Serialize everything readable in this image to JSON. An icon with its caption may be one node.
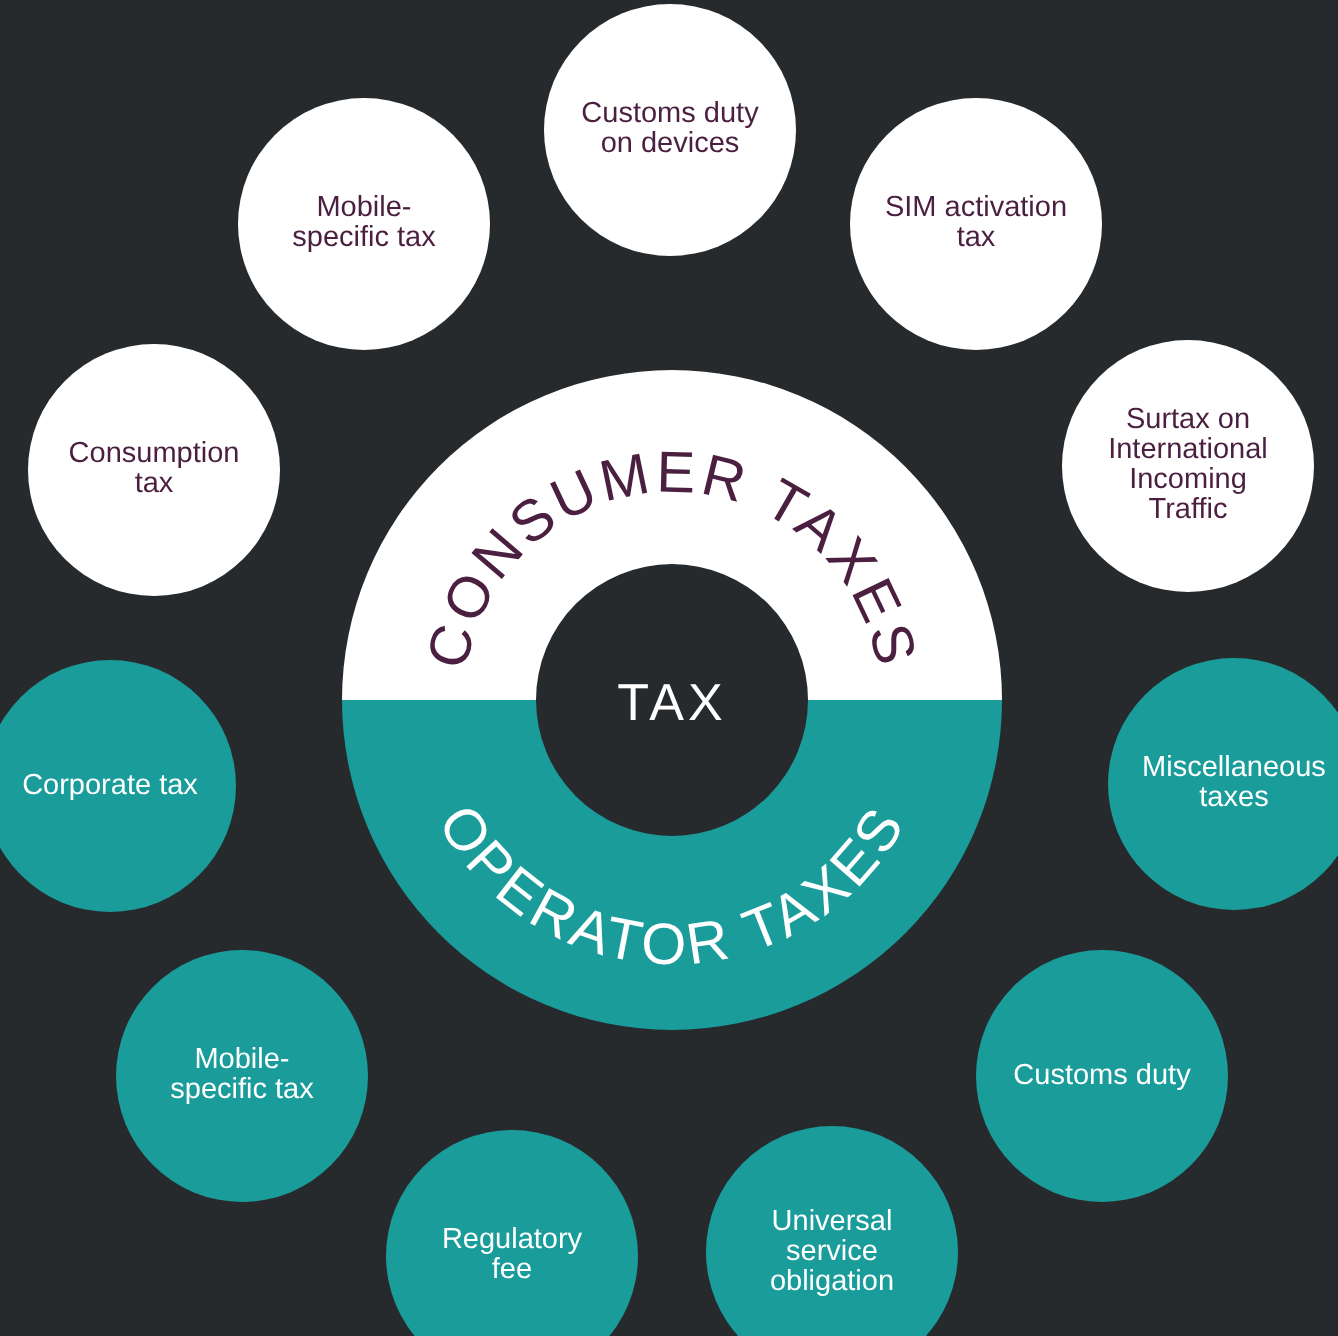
{
  "diagram": {
    "nodes": [
      {
        "text": [
          "Customs duty on devices"
        ]
      },
      {
        "text": [
          "Mobile-specific tax"
        ]
      },
      {
        "text": [
          "SIM activation tax"
        ]
      },
      {
        "text": [
          "Consumption tax"
        ]
      },
      {
        "text": [
          "Surtax on International Incoming Traffic"
        ]
      },
      {
        "text": [
          "CONSUMER TAXES"
        ]
      },
      {
        "text": [
          "OPERATOR TAXES"
        ]
      },
      {
        "text": [
          "Corporate tax"
        ]
      },
      {
        "text": [
          "Miscellaneous taxes"
        ]
      },
      {
        "text": [
          "Mobile-specific tax"
        ]
      },
      {
        "text": [
          "Customs duty"
        ]
      },
      {
        "text": [
          "Regulatory fee"
        ]
      },
      {
        "text": [
          "Universal service obligation"
        ]
      }
    ],
    "labels": [
      "TAX"
    ]
  }
}
